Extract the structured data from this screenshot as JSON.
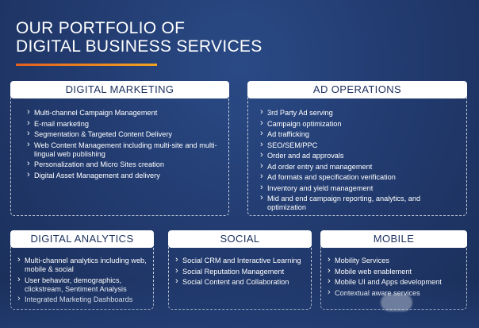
{
  "title": {
    "line1": "OUR PORTFOLIO OF",
    "line2": "DIGITAL BUSINESS SERVICES"
  },
  "colors": {
    "background": "#21396c",
    "accent_start": "#e2601f",
    "accent_end": "#f1a321",
    "header_text": "#1d3160"
  },
  "panels": {
    "digital_marketing": {
      "heading": "DIGITAL MARKETING",
      "items": [
        "Multi-channel Campaign Management",
        "E-mail marketing",
        "Segmentation & Targeted Content Delivery",
        "Web Content Management including multi-site and multi-lingual web publishing",
        "Personalization and Micro Sites creation",
        "Digital Asset Management and delivery"
      ]
    },
    "ad_operations": {
      "heading": "AD OPERATIONS",
      "items": [
        "3rd Party Ad serving",
        "Campaign optimization",
        "Ad trafficking",
        "SEO/SEM/PPC",
        "Order and ad approvals",
        "Ad order entry and management",
        "Ad formats and specification verification",
        "Inventory and yield management",
        "Mid and end campaign reporting, analytics, and optimization"
      ]
    },
    "digital_analytics": {
      "heading": "DIGITAL ANALYTICS",
      "items": [
        "Multi-channel analytics including web, mobile & social",
        "User behavior, demographics, clickstream, Sentiment Analysis",
        "Integrated Marketing Dashboards"
      ]
    },
    "social": {
      "heading": "SOCIAL",
      "items": [
        "Social CRM and Interactive Learning",
        "Social Reputation Management",
        "Social Content and Collaboration"
      ]
    },
    "mobile": {
      "heading": "MOBILE",
      "items": [
        "Mobility Services",
        "Mobile web enablement",
        "Mobile UI and Apps development",
        "Contextual aware services"
      ]
    }
  }
}
